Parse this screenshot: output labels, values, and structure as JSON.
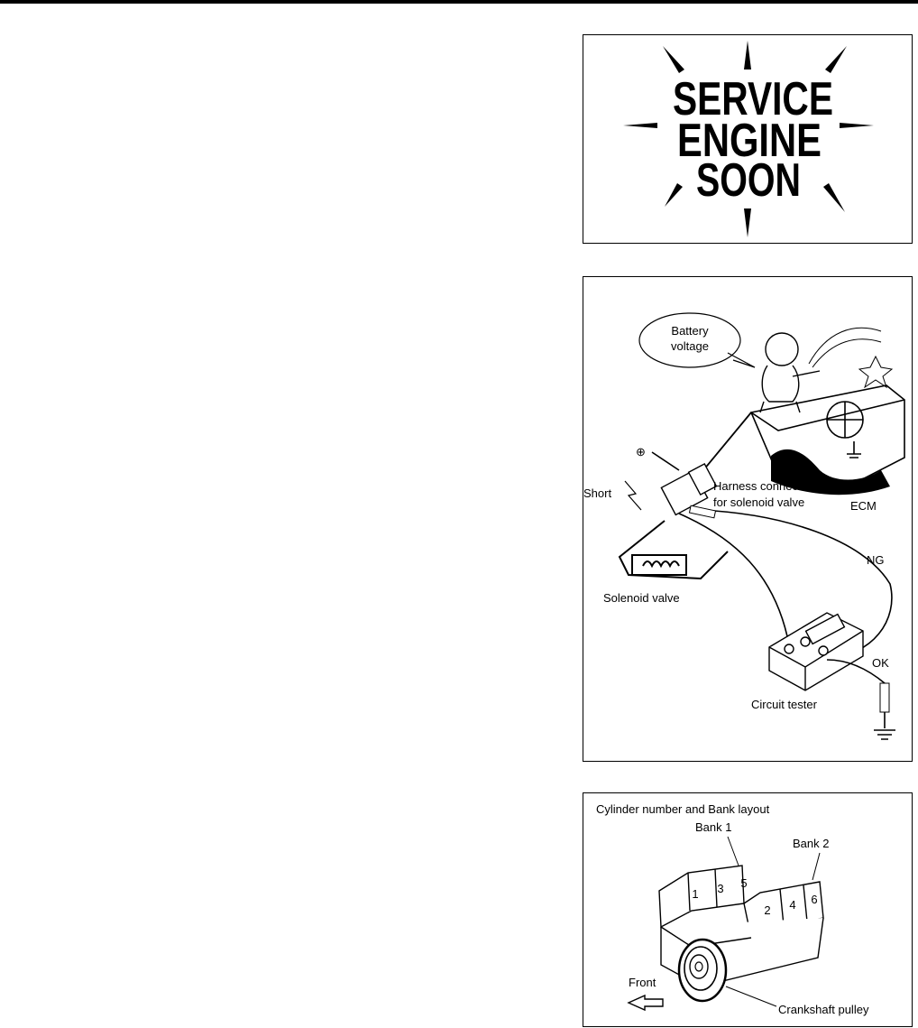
{
  "warning_panel": {
    "line1": "SERVICE",
    "line2": "ENGINE",
    "line3": "SOON"
  },
  "tester_panel": {
    "battery_line1": "Battery",
    "battery_line2": "voltage",
    "short": "Short",
    "harness_line1": "Harness connector",
    "harness_line2": "for solenoid valve",
    "ecm": "ECM",
    "ng": "NG",
    "solenoid": "Solenoid valve",
    "ok": "OK",
    "circuit_tester": "Circuit tester"
  },
  "bank_panel": {
    "title": "Cylinder number and Bank layout",
    "bank1": "Bank 1",
    "bank2": "Bank 2",
    "cyl1": "1",
    "cyl3": "3",
    "cyl5": "5",
    "cyl2": "2",
    "cyl4": "4",
    "cyl6": "6",
    "front": "Front",
    "pulley": "Crankshaft pulley"
  }
}
